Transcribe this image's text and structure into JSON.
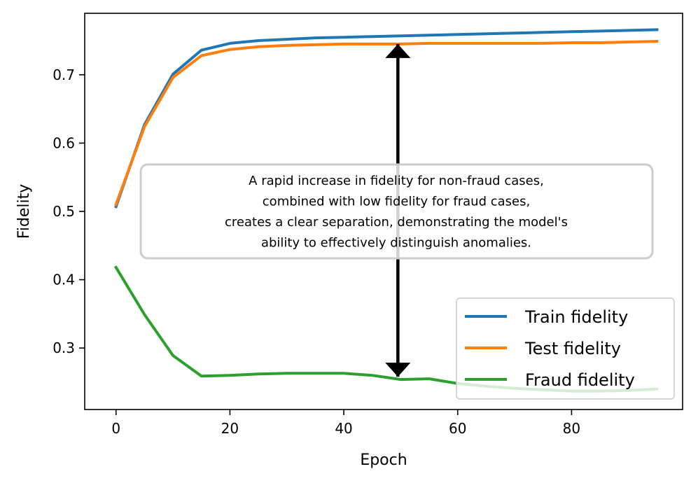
{
  "chart_data": {
    "type": "line",
    "xlabel": "Epoch",
    "ylabel": "Fidelity",
    "xlim": [
      -5.5,
      99.5
    ],
    "ylim": [
      0.21,
      0.79
    ],
    "xticks": [
      0,
      20,
      40,
      60,
      80
    ],
    "yticks": [
      0.3,
      0.4,
      0.5,
      0.6,
      0.7
    ],
    "grid": false,
    "legend_position": "lower-right",
    "series": [
      {
        "name": "Train fidelity",
        "color": "#1f77b4",
        "x": [
          0,
          5,
          10,
          15,
          20,
          25,
          30,
          35,
          40,
          45,
          50,
          55,
          60,
          65,
          70,
          75,
          80,
          85,
          90,
          95
        ],
        "y": [
          0.507,
          0.627,
          0.701,
          0.736,
          0.746,
          0.75,
          0.752,
          0.754,
          0.755,
          0.756,
          0.757,
          0.758,
          0.759,
          0.76,
          0.761,
          0.762,
          0.763,
          0.764,
          0.765,
          0.766
        ]
      },
      {
        "name": "Test fidelity",
        "color": "#ff7f0e",
        "x": [
          0,
          5,
          10,
          15,
          20,
          25,
          30,
          35,
          40,
          45,
          50,
          55,
          60,
          65,
          70,
          75,
          80,
          85,
          90,
          95
        ],
        "y": [
          0.51,
          0.624,
          0.696,
          0.728,
          0.737,
          0.741,
          0.743,
          0.744,
          0.745,
          0.745,
          0.745,
          0.746,
          0.746,
          0.746,
          0.746,
          0.746,
          0.747,
          0.747,
          0.748,
          0.749
        ]
      },
      {
        "name": "Fraud fidelity",
        "color": "#2ca02c",
        "x": [
          0,
          5,
          10,
          15,
          20,
          25,
          30,
          35,
          40,
          45,
          50,
          55,
          60,
          65,
          70,
          75,
          80,
          85,
          90,
          95
        ],
        "y": [
          0.418,
          0.349,
          0.289,
          0.259,
          0.26,
          0.262,
          0.263,
          0.263,
          0.263,
          0.26,
          0.254,
          0.255,
          0.248,
          0.244,
          0.241,
          0.239,
          0.237,
          0.237,
          0.238,
          0.24
        ]
      }
    ],
    "annotation": {
      "lines": [
        "A rapid increase in fidelity for non-fraud cases,",
        "combined with low fidelity for fraud cases,",
        "creates a clear separation, demonstrating the model's",
        "ability to effectively distinguish anomalies."
      ],
      "arrow_x": 49.5,
      "arrow_y_top": 0.745,
      "arrow_y_bottom": 0.258
    }
  }
}
